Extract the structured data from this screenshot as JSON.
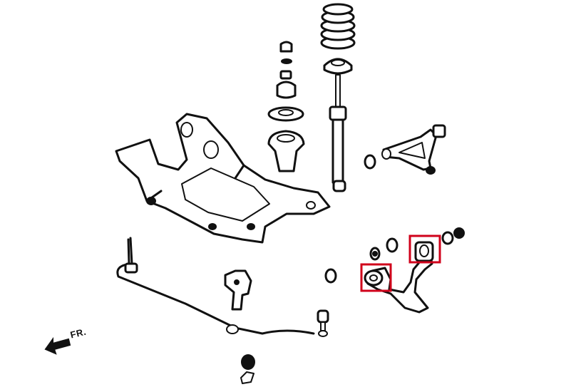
{
  "direction_label": "FR.",
  "colors": {
    "ink": "#111111",
    "background": "#ffffff",
    "highlight": "#d0021b"
  },
  "highlighted_parts": [
    "lower-arm-rear-bushing",
    "lower-arm-front-bushing"
  ]
}
